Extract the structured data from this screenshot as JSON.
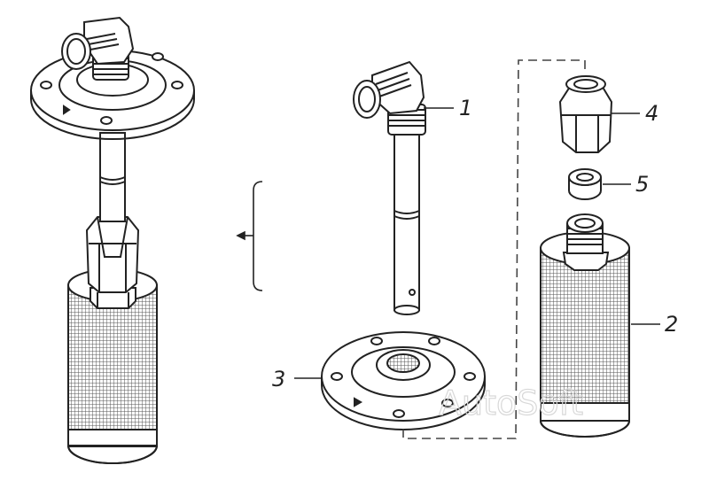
{
  "callouts": [
    {
      "id": "1",
      "text": "1"
    },
    {
      "id": "2",
      "text": "2"
    },
    {
      "id": "3",
      "text": "3"
    },
    {
      "id": "4",
      "text": "4"
    },
    {
      "id": "5",
      "text": "5"
    }
  ],
  "watermark": "AutoSoft",
  "colors": {
    "line": "#222222",
    "dash": "#444444",
    "mesh": "#555555",
    "watermark": "#d8d8d8"
  }
}
